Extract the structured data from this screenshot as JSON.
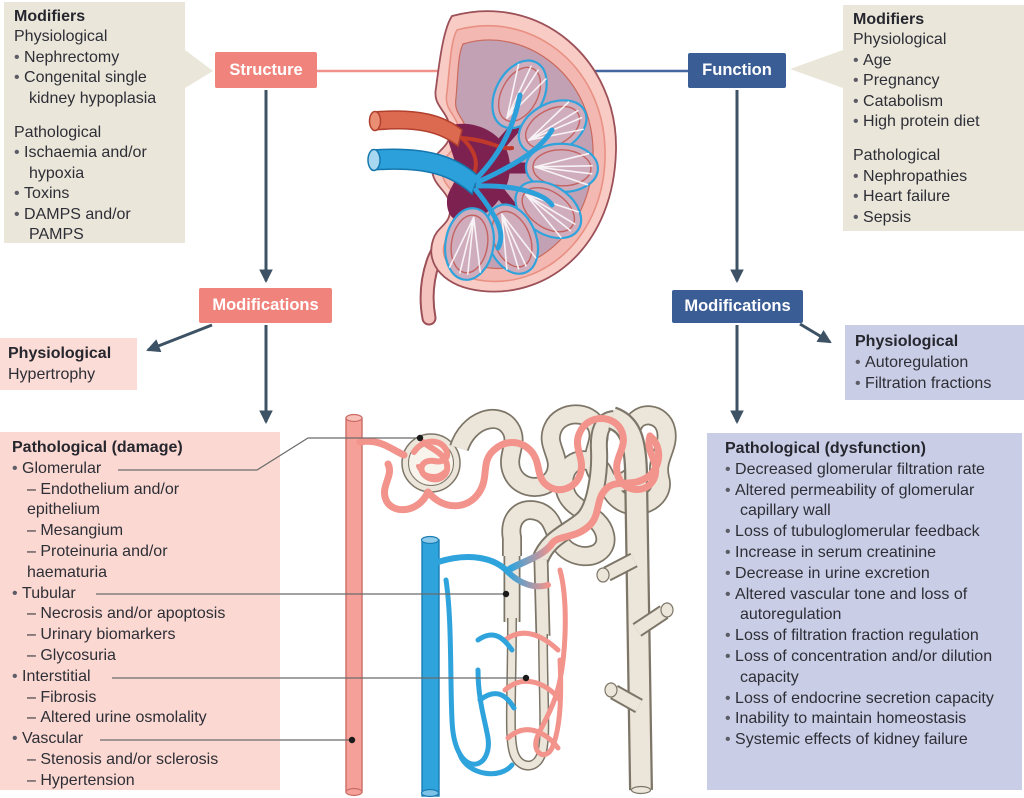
{
  "figure": {
    "description": "Kidney structure and function: modifiers and modifications diagram"
  },
  "colors": {
    "structure_accent": "#f0837c",
    "function_accent": "#3b5d95",
    "modifier_box": "#eae6da",
    "damage_box": "#fbd9d2",
    "dysfunction_box": "#c9cee6",
    "arrow": "#3d5365"
  },
  "left_modifiers": {
    "title": "Modifiers",
    "physiological_heading": "Physiological",
    "physiological_items": [
      "Nephrectomy",
      "Congenital single kidney hypoplasia"
    ],
    "pathological_heading": "Pathological",
    "pathological_items": [
      "Ischaemia and/or hypoxia",
      "Toxins",
      "DAMPS and/or PAMPS"
    ]
  },
  "right_modifiers": {
    "title": "Modifiers",
    "physiological_heading": "Physiological",
    "physiological_items": [
      "Age",
      "Pregnancy",
      "Catabolism",
      "High protein diet"
    ],
    "pathological_heading": "Pathological",
    "pathological_items": [
      "Nephropathies",
      "Heart failure",
      "Sepsis"
    ]
  },
  "nodes": {
    "structure": "Structure",
    "function": "Function",
    "modifications_left": "Modifications",
    "modifications_right": "Modifications"
  },
  "structure_outcomes": {
    "physiological": {
      "title": "Physiological",
      "items": [
        "Hypertrophy"
      ]
    },
    "pathological": {
      "title": "Pathological (damage)",
      "groups": [
        {
          "label": "Glomerular",
          "subitems": [
            "Endothelium and/or epithelium",
            "Mesangium",
            "Proteinuria and/or haematuria"
          ]
        },
        {
          "label": "Tubular",
          "subitems": [
            "Necrosis and/or apoptosis",
            "Urinary biomarkers",
            "Glycosuria"
          ]
        },
        {
          "label": "Interstitial",
          "subitems": [
            "Fibrosis",
            "Altered urine osmolality"
          ]
        },
        {
          "label": "Vascular",
          "subitems": [
            "Stenosis and/or sclerosis",
            "Hypertension"
          ]
        }
      ]
    }
  },
  "function_outcomes": {
    "physiological": {
      "title": "Physiological",
      "items": [
        "Autoregulation",
        "Filtration fractions"
      ]
    },
    "pathological": {
      "title": "Pathological (dysfunction)",
      "items": [
        "Decreased glomerular filtration rate",
        "Altered permeability of glomerular capillary wall",
        "Loss of tubuloglomerular feedback",
        "Increase in serum creatinine",
        "Decrease in urine excretion",
        "Altered vascular tone and loss of autoregulation",
        "Loss of filtration fraction regulation",
        "Loss of concentration and/or dilution capacity",
        "Loss of endocrine secretion capacity",
        "Inability to maintain homeostasis",
        "Systemic effects of kidney failure"
      ]
    }
  },
  "illustrations": {
    "kidney": "kidney cross-section with renal artery, vein and ureter",
    "nephron": "nephron with glomerulus, tubules, loop of Henle, collecting duct and vasa recta"
  }
}
